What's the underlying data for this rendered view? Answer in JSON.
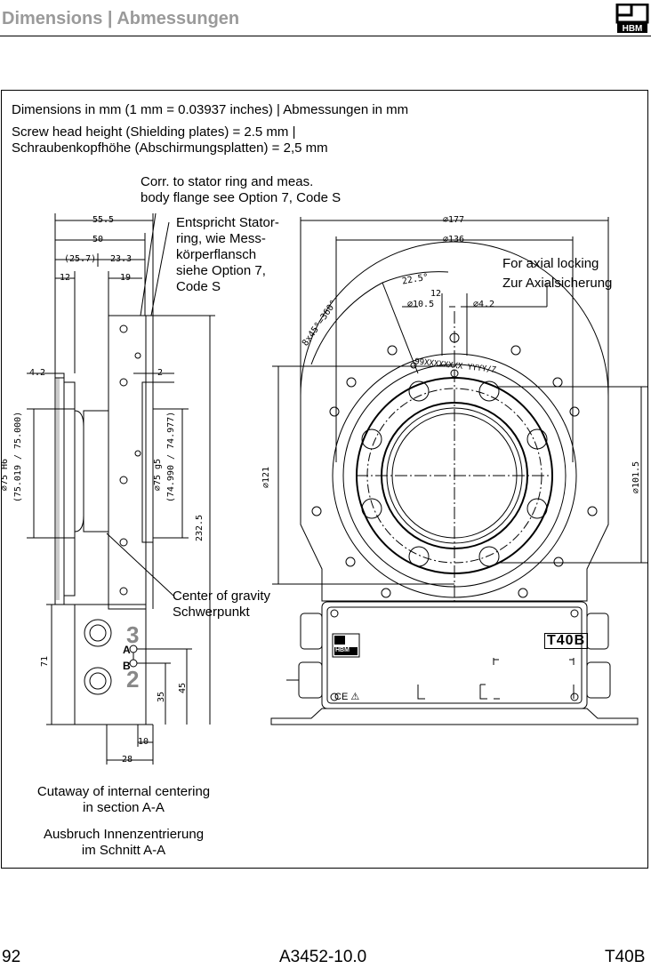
{
  "header": {
    "title": "Dimensions | Abmessungen",
    "logo_text": "HBM"
  },
  "notes": {
    "units": "Dimensions in mm (1 mm = 0.03937 inches) | Abmessungen in mm",
    "screw_line1": "Screw head height (Shielding plates) = 2.5 mm |",
    "screw_line2": "Schraubenkopfhöhe (Abschirmungsplatten) = 2,5 mm"
  },
  "callouts": {
    "corr_line1": "Corr. to stator ring and meas.",
    "corr_line2": "body flange see Option 7, Code S",
    "stator_line1": "Entspricht Stator-",
    "stator_line2": "ring, wie Mess-",
    "stator_line3": "körperflansch",
    "stator_line4": "siehe Option 7,",
    "stator_line5": "Code S",
    "axial_line1": "For axial locking",
    "axial_line2": "Zur Axialsicherung",
    "cog_line1": "Center of gravity",
    "cog_line2": "Schwerpunkt",
    "cutaway_line1": "Cutaway of internal centering",
    "cutaway_line2": "in section A-A",
    "ausbruch_line1": "Ausbruch Innenzentrierung",
    "ausbruch_line2": "im Schnitt A-A"
  },
  "dimensions": {
    "d55_5": "55.5",
    "d50": "50",
    "d25_7": "(25.7)",
    "d23_3": "23.3",
    "d12": "12",
    "d19": "19",
    "d4_2_left": "4.2",
    "d2": "2",
    "d75_h6": "⌀75 H6",
    "d75_h6_tol": "(75.019 / 75.000)",
    "d75_g5": "⌀75 g5",
    "d75_g5_tol": "(74.990 / 74.977)",
    "d232_5": "232.5",
    "d71": "71",
    "d35": "35",
    "d45": "45",
    "d10": "10",
    "d28": "28",
    "d177": "⌀177",
    "d136": "⌀136",
    "d22_5": "22.5°",
    "d12_small": "12",
    "d10_5": "⌀10.5",
    "d4_2": "⌀4.2",
    "d_holes": "8x45°=360°",
    "d121": "⌀121",
    "d101_5": "⌀101.5",
    "conn_a": "A",
    "conn_b": "B",
    "conn_3": "3",
    "conn_2": "2",
    "serial": "99XXXXXXXX  YYYY/Z",
    "device_name": "T40B",
    "device_logo": "HBM",
    "ce": "CE ⚠"
  },
  "footer": {
    "page": "92",
    "doc": "A3452-10.0",
    "product": "T40B"
  }
}
